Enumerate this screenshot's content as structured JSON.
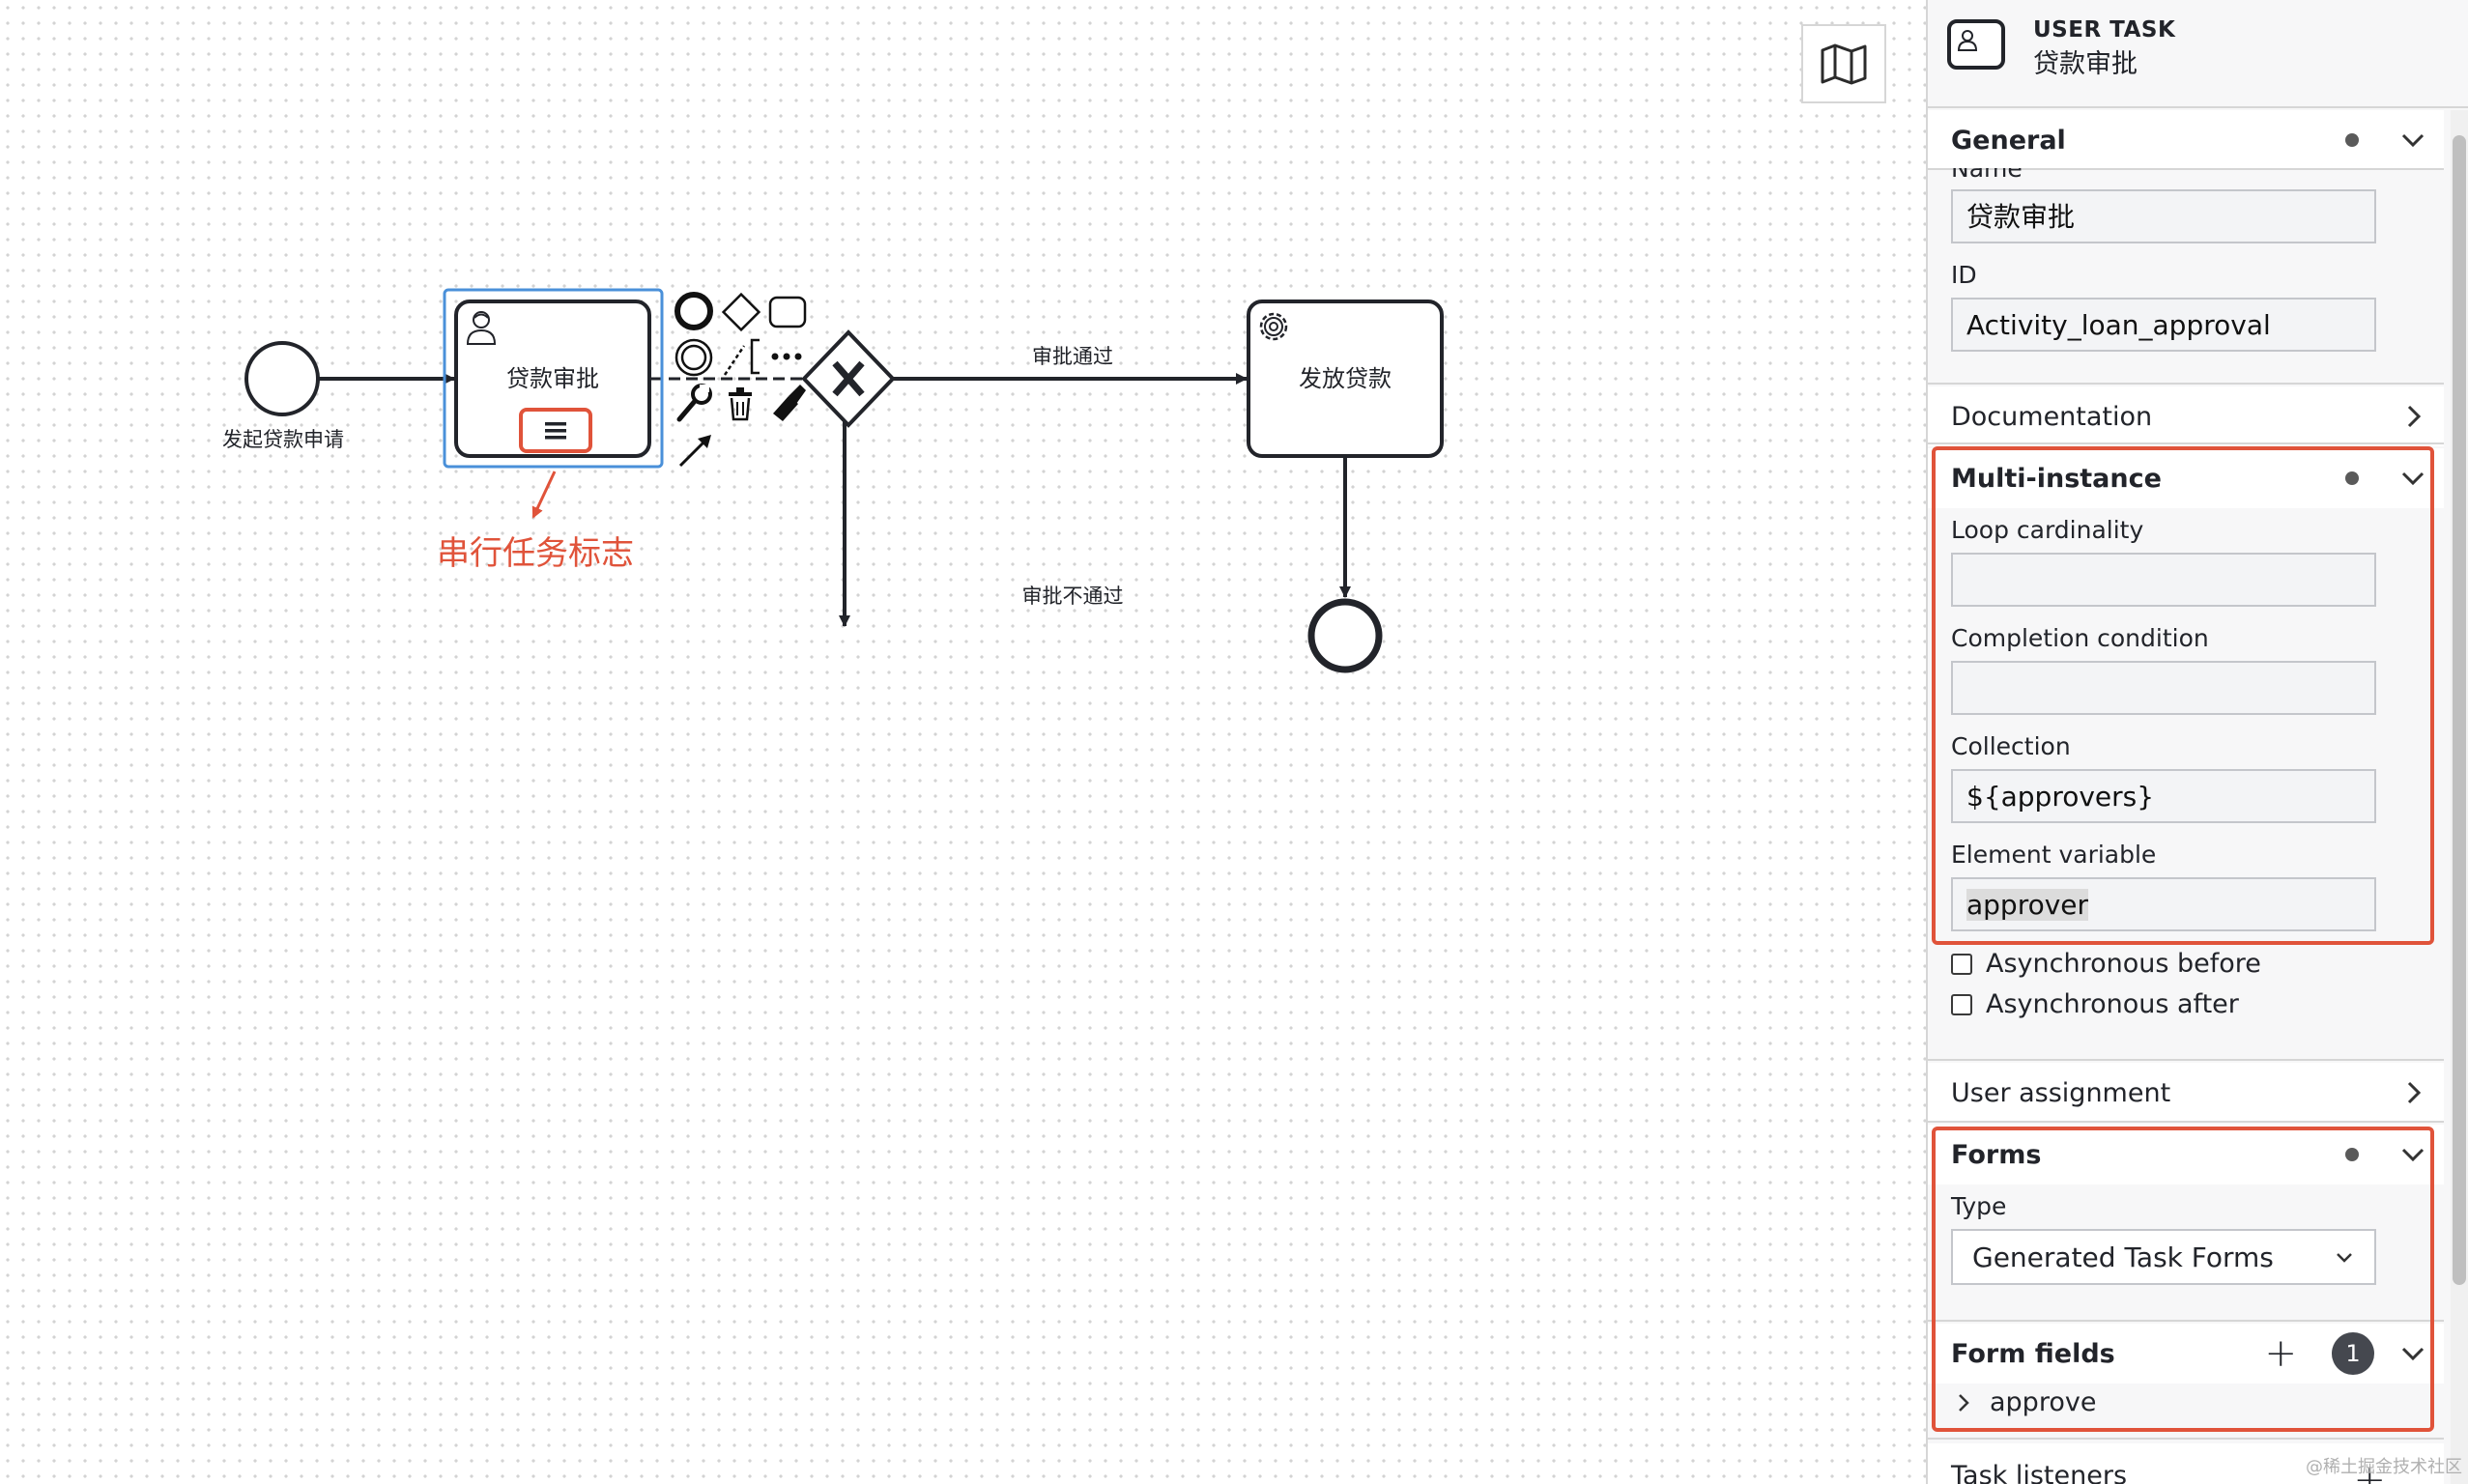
{
  "diagram": {
    "start_event_label": "发起贷款申请",
    "user_task_label": "贷款审批",
    "service_task_label": "发放贷款",
    "flow_approved_label": "审批通过",
    "flow_rejected_label": "审批不通过",
    "annotation_label": "串行任务标志",
    "annotation_color": "#e0533a",
    "selection_color": "#4a90d9"
  },
  "panel": {
    "element_type": "USER TASK",
    "element_name": "贷款审批",
    "general": {
      "title": "General",
      "name_label": "Name",
      "name_value": "贷款审批",
      "id_label": "ID",
      "id_value": "Activity_loan_approval"
    },
    "documentation": {
      "title": "Documentation"
    },
    "multi_instance": {
      "title": "Multi-instance",
      "loop_cardinality_label": "Loop cardinality",
      "loop_cardinality_value": "",
      "completion_condition_label": "Completion condition",
      "completion_condition_value": "",
      "collection_label": "Collection",
      "collection_value": "${approvers}",
      "element_variable_label": "Element variable",
      "element_variable_value": "approver"
    },
    "async_before_label": "Asynchronous before",
    "async_after_label": "Asynchronous after",
    "user_assignment": {
      "title": "User assignment"
    },
    "forms": {
      "title": "Forms",
      "type_label": "Type",
      "type_value": "Generated Task Forms"
    },
    "form_fields": {
      "title": "Form fields",
      "count": "1",
      "items": [
        "approve"
      ]
    },
    "task_listeners": {
      "title": "Task listeners"
    }
  },
  "watermark": "@稀土掘金技术社区"
}
